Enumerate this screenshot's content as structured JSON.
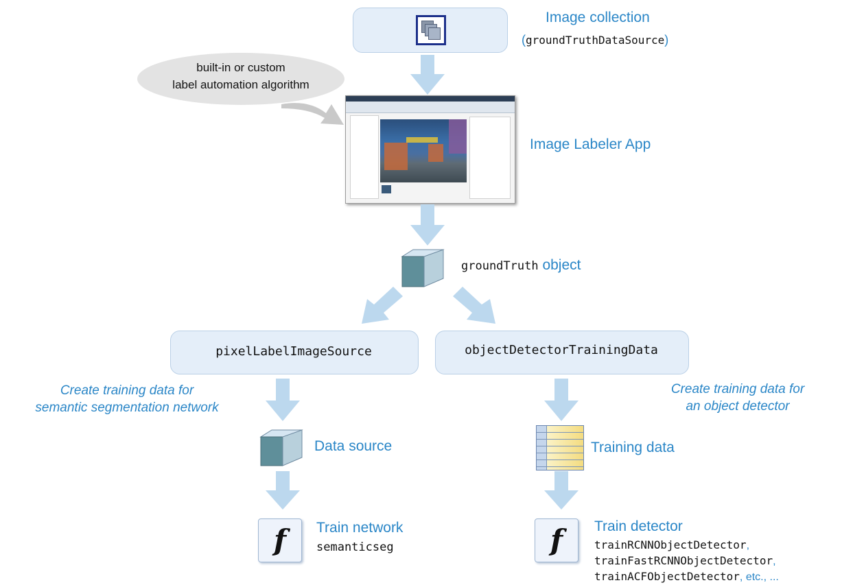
{
  "top": {
    "title": "Image collection",
    "subtitle_open": "(",
    "subtitle_code": "groundTruthDataSource",
    "subtitle_close": ")"
  },
  "bubble": {
    "line1": "built-in or custom",
    "line2": "label automation algorithm"
  },
  "app": {
    "label": "Image Labeler App"
  },
  "gt": {
    "code": "groundTruth",
    "text": "object"
  },
  "left": {
    "box": "pixelLabelImageSource",
    "caption_line1": "Create training data for",
    "caption_line2": "semantic segmentation network",
    "source_label": "Data source",
    "train_label": "Train network",
    "train_func": "semanticseg",
    "f_symbol": "f"
  },
  "right": {
    "box": "objectDetectorTrainingData",
    "caption_line1": "Create training data for",
    "caption_line2": "an object detector",
    "data_label": "Training data",
    "train_label": "Train detector",
    "func1": "trainRCNNObjectDetector",
    "func2": "trainFastRCNNObjectDetector",
    "func3": "trainACFObjectDetector",
    "comma": ",",
    "etc": ", etc., ...",
    "f_symbol": "f"
  },
  "colors": {
    "arrow": "#bcd8ee",
    "accent": "#2a86c7",
    "box_fill": "#e4eef9"
  }
}
